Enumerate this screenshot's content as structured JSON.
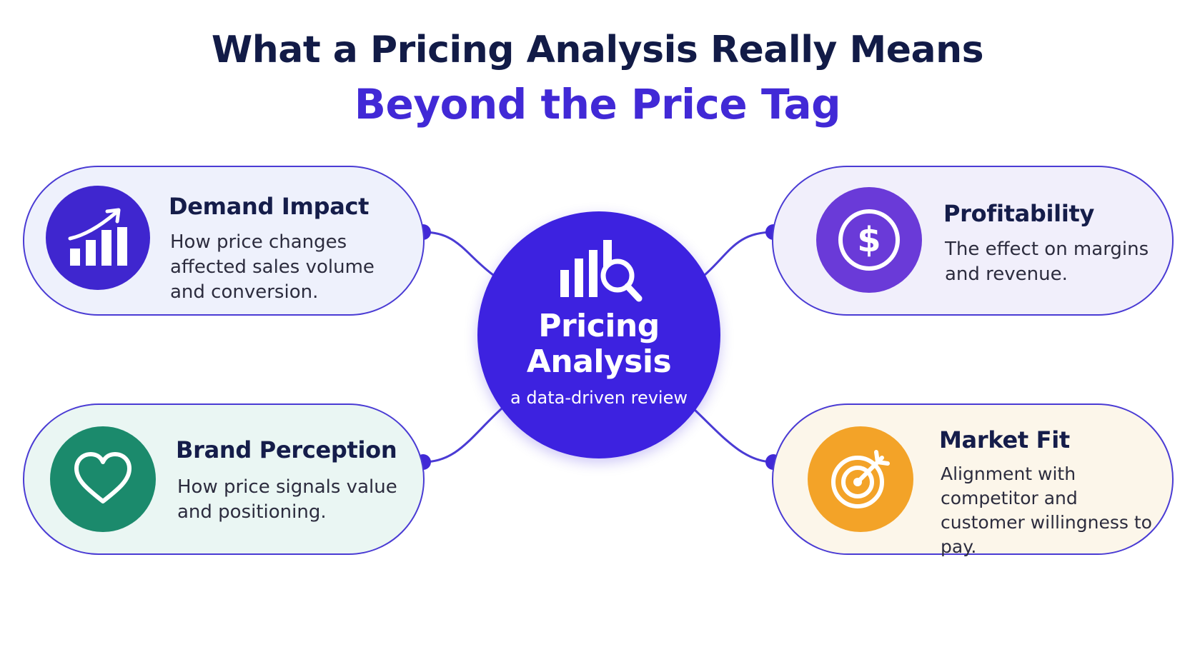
{
  "title": {
    "line1": "What a Pricing Analysis Really Means",
    "line2": "Beyond the Price Tag"
  },
  "hub": {
    "title": "Pricing Analysis",
    "subtitle": "a data-driven review",
    "icon": "bar-chart-magnifier-icon"
  },
  "cards": {
    "demand": {
      "title": "Demand Impact",
      "description": "How price changes affected sales volume and conversion.",
      "icon": "growth-chart-icon"
    },
    "profitability": {
      "title": "Profitability",
      "description": "The effect on margins and revenue.",
      "icon": "dollar-icon"
    },
    "brand": {
      "title": "Brand Perception",
      "description": "How price signals value and positioning.",
      "icon": "heart-icon"
    },
    "market": {
      "title": "Market Fit",
      "description": "Alignment with competitor and customer willingness to pay.",
      "icon": "target-icon"
    }
  },
  "colors": {
    "title_dark": "#121b47",
    "accent": "#4129d6",
    "hub": "#3d22e0",
    "border": "#4a3bd4",
    "demand_icon": "#3f26cf",
    "profit_icon": "#6a3ad8",
    "brand_icon": "#1b8a6c",
    "market_icon": "#f3a328"
  }
}
